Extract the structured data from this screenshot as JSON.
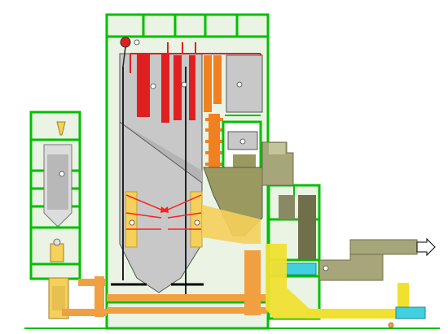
{
  "colors": {
    "steel_frame": "#00c000",
    "frame_fill": "#eaf3e4",
    "furnace_gray": "#c8c8c8",
    "furnace_outline": "#555555",
    "tube_red": "#e02020",
    "convection_orange": "#f08020",
    "coal_feed_yellow": "#f5d05a",
    "ash_hopper_olive": "#9a9a60",
    "duct_olive": "#a6a67a",
    "duct_dark": "#6f6f4a",
    "flue_yellow": "#f0e030",
    "air_heater_cyan": "#40d0e0",
    "arrow_red": "#ff2020",
    "bottom_ash_orange": "#f0a040",
    "outlet_arrow_fill": "#ffffff",
    "outlet_arrow_outline": "#000000"
  },
  "components": [
    {
      "id": "coal-bunker",
      "icon": "coal-bunker-icon"
    },
    {
      "id": "coal-silo",
      "icon": "silo-icon"
    },
    {
      "id": "steam-drum",
      "icon": "drum-icon"
    },
    {
      "id": "furnace",
      "icon": "furnace-icon"
    },
    {
      "id": "superheater",
      "icon": "tube-bank-icon"
    },
    {
      "id": "reheater",
      "icon": "tube-bank-icon"
    },
    {
      "id": "economizer",
      "icon": "tube-bank-icon"
    },
    {
      "id": "burners",
      "icon": "burner-icon"
    },
    {
      "id": "air-heater",
      "icon": "heat-exchanger-icon"
    },
    {
      "id": "flue-duct",
      "icon": "duct-icon"
    },
    {
      "id": "ash-hopper",
      "icon": "hopper-icon"
    },
    {
      "id": "outlet",
      "icon": "arrow-right-icon"
    }
  ]
}
